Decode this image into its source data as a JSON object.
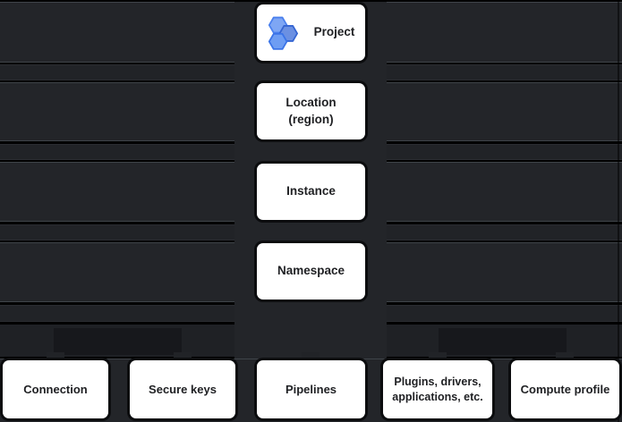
{
  "figure": {
    "type": "resource-hierarchy-diagram",
    "theme": "dark",
    "levels": [
      {
        "id": "project",
        "label": "Project",
        "icon": "data-fusion-hexagons-icon"
      },
      {
        "id": "location",
        "label": "Location\n(region)"
      },
      {
        "id": "instance",
        "label": "Instance"
      },
      {
        "id": "namespace",
        "label": "Namespace"
      }
    ],
    "namespace_children": [
      {
        "id": "connection",
        "label": "Connection"
      },
      {
        "id": "secure-keys",
        "label": "Secure keys"
      },
      {
        "id": "pipelines",
        "label": "Pipelines"
      },
      {
        "id": "plugins",
        "label": "Plugins, drivers,\napplications, etc."
      },
      {
        "id": "compute-profile",
        "label": "Compute profile"
      }
    ],
    "colors": {
      "page_background": "#000000",
      "band_fill": "#232529",
      "band_border": "#3f4449",
      "thin_band_fill": "#212327",
      "node_background": "#ffffff",
      "node_text": "#202124",
      "icon_blue_light": "#7ea6f4",
      "icon_blue_mid": "#6b90e2",
      "icon_blue_deep": "#6e9df3",
      "icon_stroke_blue": "#3a72e0"
    }
  }
}
